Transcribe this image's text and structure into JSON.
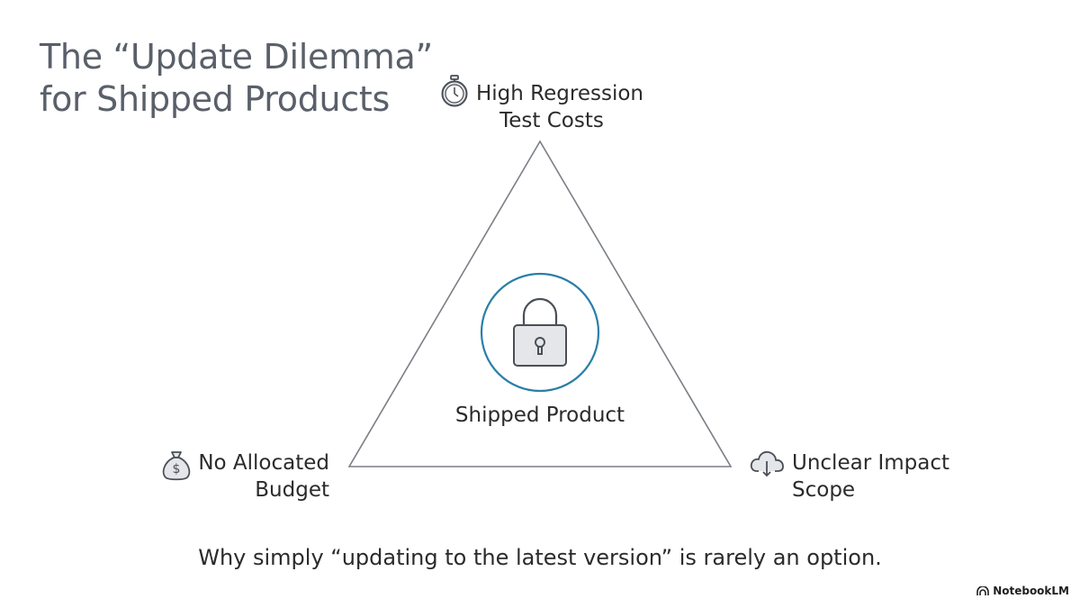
{
  "title": {
    "line1": "The “Update Dilemma”",
    "line2": "for Shipped Products"
  },
  "nodes": {
    "top": {
      "line1": "High Regression",
      "line2": "Test Costs",
      "icon": "stopwatch-icon"
    },
    "left": {
      "line1": "No Allocated",
      "line2": "Budget",
      "icon": "money-bag-icon"
    },
    "right": {
      "line1": "Unclear Impact",
      "line2": "Scope",
      "icon": "cloud-download-icon"
    }
  },
  "center": {
    "label": "Shipped Product",
    "icon": "padlock-icon"
  },
  "subtitle": "Why simply “updating to the latest version” is rarely an option.",
  "brand": {
    "name": "NotebookLM"
  },
  "colors": {
    "title": "#5a6069",
    "triangle_stroke": "#7a7f86",
    "circle_stroke": "#2a7fa8",
    "icon_stroke": "#4a4f57",
    "lock_fill": "#e4e6e9"
  }
}
